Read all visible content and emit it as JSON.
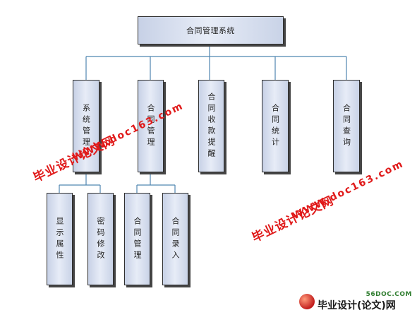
{
  "diagram": {
    "root": {
      "label": "合同管理系统"
    },
    "modules": [
      {
        "label": "系统管理"
      },
      {
        "label": "合同管理"
      },
      {
        "label": "合同收款提醒"
      },
      {
        "label": "合同统计"
      },
      {
        "label": "合同查询"
      }
    ],
    "submodules_system": [
      {
        "label": "显示属性"
      },
      {
        "label": "密码修改"
      }
    ],
    "submodules_contract": [
      {
        "label": "合同管理"
      },
      {
        "label": "合同录入"
      }
    ]
  },
  "watermarks": {
    "cn_text": "毕业设计论文网",
    "url_text": "WWW.doc163.com"
  },
  "logo": {
    "site": "56DOC.COM",
    "name": "毕业设计(论文)网"
  },
  "colors": {
    "box_fill": "#dde4f2",
    "line": "#4f86b0",
    "watermark": "#e01919"
  }
}
